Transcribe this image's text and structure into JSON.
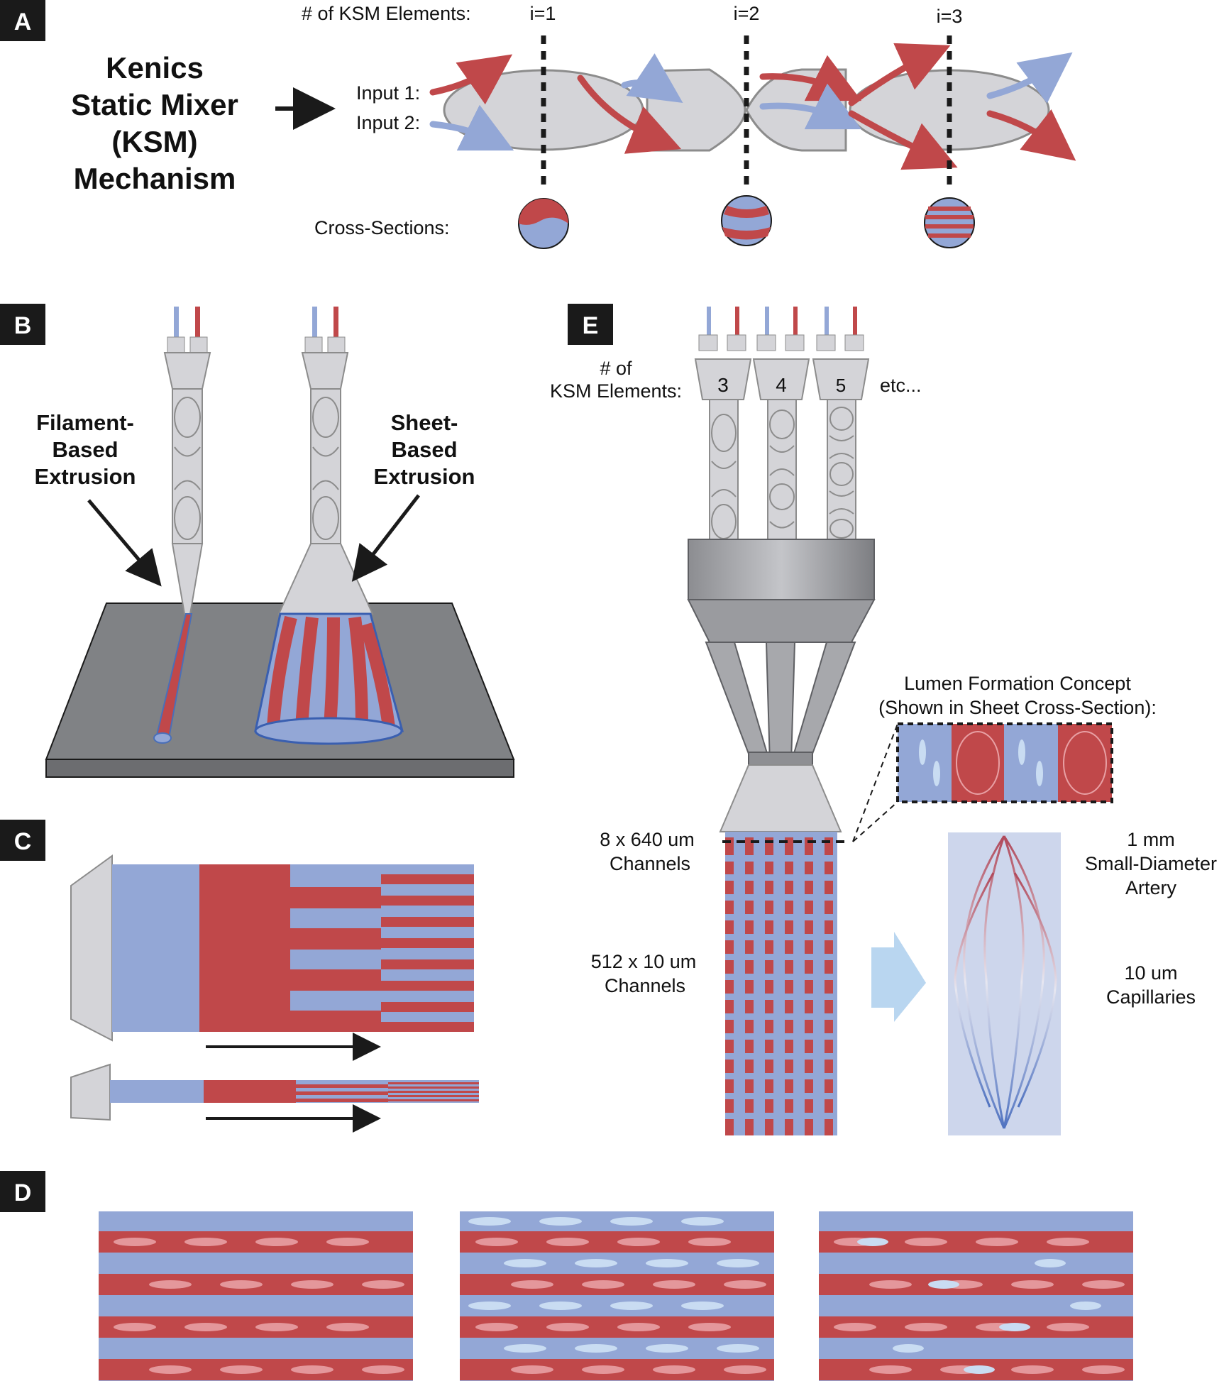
{
  "colors": {
    "red": "#c0484a",
    "blue": "#93a7d6",
    "light_blue": "#b9cdea",
    "gray": "#d4d4d8",
    "dark_gray": "#808285",
    "black": "#1a1a1a"
  },
  "panels": [
    "A",
    "B",
    "C",
    "D",
    "E"
  ],
  "panel_a": {
    "title_lines": [
      "Kenics",
      "Static Mixer",
      "(KSM)",
      "Mechanism"
    ],
    "ksm_elements_label": "# of KSM Elements:",
    "element_markers": [
      "i=1",
      "i=2",
      "i=3"
    ],
    "input1_label": "Input 1:",
    "input2_label": "Input 2:",
    "cross_sections_label": "Cross-Sections:"
  },
  "panel_b": {
    "filament_label_lines": [
      "Filament-",
      "Based",
      "Extrusion"
    ],
    "sheet_label_lines": [
      "Sheet-",
      "Based",
      "Extrusion"
    ]
  },
  "panel_e": {
    "ksm_label_lines": [
      "# of",
      "KSM Elements:"
    ],
    "element_counts": [
      "3",
      "4",
      "5"
    ],
    "etc_label": "etc...",
    "lumen_title_lines": [
      "Lumen Formation Concept",
      "(Shown in Sheet Cross-Section):"
    ],
    "channels_top_lines": [
      "8 x 640 um",
      "Channels"
    ],
    "channels_bottom_lines": [
      "512 x 10 um",
      "Channels"
    ],
    "artery_label_lines": [
      "1 mm",
      "Small-Diameter",
      "Artery"
    ],
    "capillary_label_lines": [
      "10 um",
      "Capillaries"
    ]
  }
}
